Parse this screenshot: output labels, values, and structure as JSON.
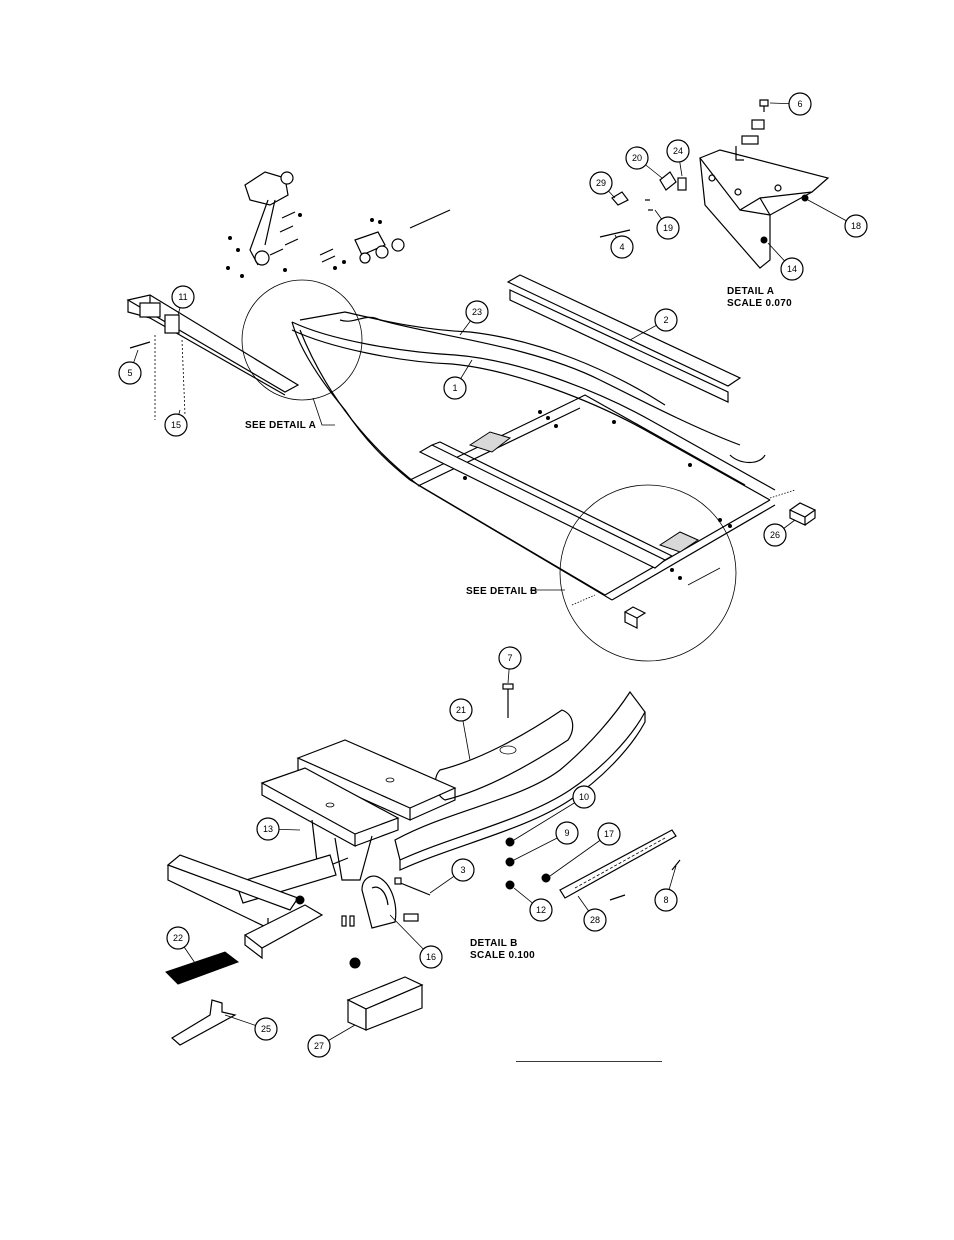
{
  "callouts": [
    {
      "id": "c1",
      "label": "1"
    },
    {
      "id": "c2",
      "label": "2"
    },
    {
      "id": "c3",
      "label": "3"
    },
    {
      "id": "c4",
      "label": "4"
    },
    {
      "id": "c5",
      "label": "5"
    },
    {
      "id": "c6",
      "label": "6"
    },
    {
      "id": "c7",
      "label": "7"
    },
    {
      "id": "c8",
      "label": "8"
    },
    {
      "id": "c9",
      "label": "9"
    },
    {
      "id": "c10",
      "label": "10"
    },
    {
      "id": "c11",
      "label": "11"
    },
    {
      "id": "c12",
      "label": "12"
    },
    {
      "id": "c13",
      "label": "13"
    },
    {
      "id": "c14",
      "label": "14"
    },
    {
      "id": "c15",
      "label": "15"
    },
    {
      "id": "c16",
      "label": "16"
    },
    {
      "id": "c17",
      "label": "17"
    },
    {
      "id": "c18",
      "label": "18"
    },
    {
      "id": "c19",
      "label": "19"
    },
    {
      "id": "c20",
      "label": "20"
    },
    {
      "id": "c21",
      "label": "21"
    },
    {
      "id": "c22",
      "label": "22"
    },
    {
      "id": "c23",
      "label": "23"
    },
    {
      "id": "c24",
      "label": "24"
    },
    {
      "id": "c25",
      "label": "25"
    },
    {
      "id": "c26",
      "label": "26"
    },
    {
      "id": "c27",
      "label": "27"
    },
    {
      "id": "c28",
      "label": "28"
    },
    {
      "id": "c29",
      "label": "29"
    }
  ],
  "labels": {
    "see_detail_a": "SEE DETAIL  A",
    "see_detail_b": "SEE DETAIL  B",
    "detail_a_title": "DETAIL  A",
    "detail_a_scale": "SCALE  0.070",
    "detail_b_title": "DETAIL  B",
    "detail_b_scale": "SCALE  0.100"
  }
}
